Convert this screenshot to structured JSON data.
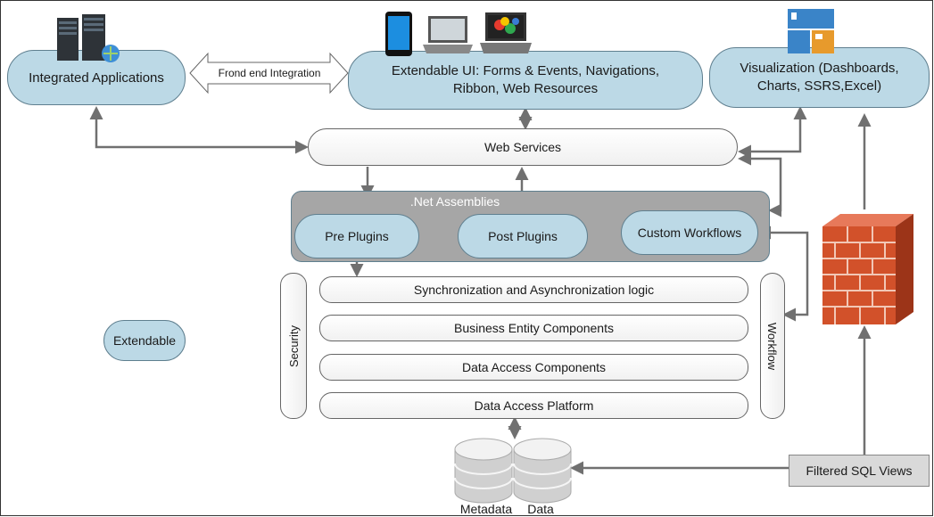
{
  "nodes": {
    "integrated_apps": "Integrated Applications",
    "frontend_integration": "Frond end Integration",
    "extendable_ui": "Extendable UI: Forms & Events, Navigations, Ribbon, Web Resources",
    "visualization": "Visualization (Dashboards, Charts, SSRS,Excel)",
    "web_services": "Web Services",
    "net_assemblies": ".Net Assemblies",
    "pre_plugins": "Pre Plugins",
    "post_plugins": "Post Plugins",
    "custom_workflows": "Custom Workflows",
    "sync_logic": "Synchronization and Asynchronization logic",
    "business_entity": "Business Entity Components",
    "data_access_components": "Data Access Components",
    "data_access_platform": "Data Access Platform",
    "security": "Security",
    "workflow": "Workflow",
    "extendable": "Extendable",
    "filtered_sql_views": "Filtered SQL Views",
    "metadata": "Metadata",
    "data": "Data"
  },
  "icons": [
    "server-icon",
    "tablet-icon",
    "laptop-icon",
    "dashboard-icon",
    "firewall-icon",
    "database-icon"
  ],
  "colors": {
    "node_blue": "#bcd9e6",
    "assembly_gray": "#a6a6a6",
    "arrow": "#707070",
    "brick": "#d2512a"
  }
}
